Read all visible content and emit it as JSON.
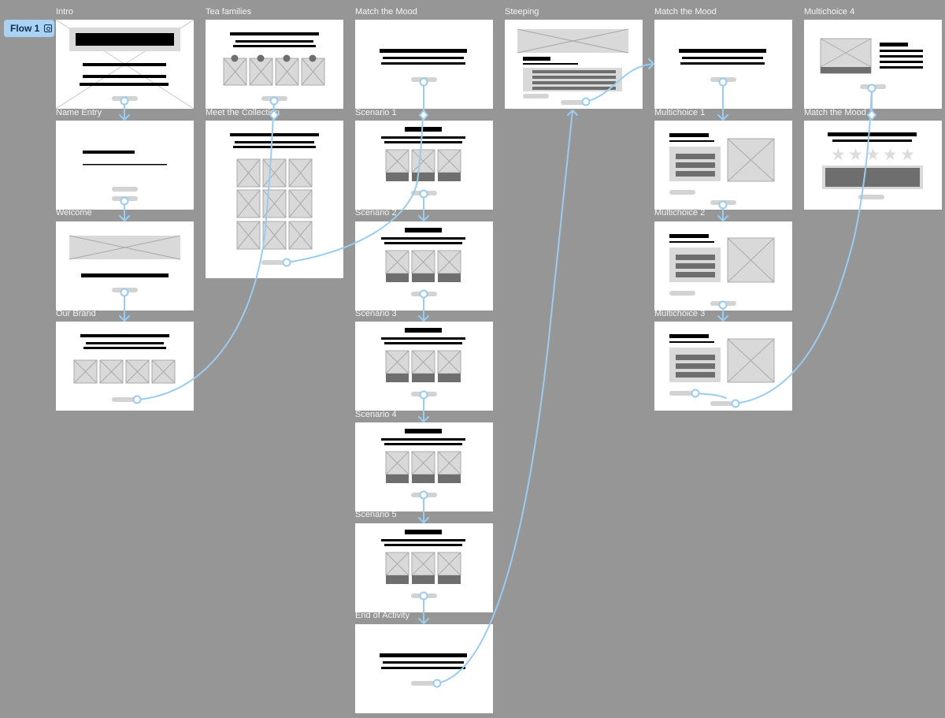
{
  "flow": {
    "label": "Flow 1",
    "icon": "flow-start-icon"
  },
  "frames": [
    {
      "id": "intro",
      "label": "Intro"
    },
    {
      "id": "name-entry",
      "label": "Name Entry"
    },
    {
      "id": "welcome",
      "label": "Welcome"
    },
    {
      "id": "our-brand",
      "label": "Our Brand"
    },
    {
      "id": "tea-families",
      "label": "Tea families"
    },
    {
      "id": "meet-collection",
      "label": "Meet the Collection"
    },
    {
      "id": "match-mood-1",
      "label": "Match the Mood"
    },
    {
      "id": "scenario-1",
      "label": "Scenario 1"
    },
    {
      "id": "scenario-2",
      "label": "Scenario 2"
    },
    {
      "id": "scenario-3",
      "label": "Scenario 3"
    },
    {
      "id": "scenario-4",
      "label": "Scenario 4"
    },
    {
      "id": "scenario-5",
      "label": "Scenario 5"
    },
    {
      "id": "end-activity",
      "label": "End of Activity"
    },
    {
      "id": "steeping",
      "label": "Steeping"
    },
    {
      "id": "match-mood-2",
      "label": "Match the Mood"
    },
    {
      "id": "multichoice-1",
      "label": "Multichoice 1"
    },
    {
      "id": "multichoice-2",
      "label": "Multichoice 2"
    },
    {
      "id": "multichoice-3",
      "label": "Multichoice 3"
    },
    {
      "id": "multichoice-4",
      "label": "Multichoice 4"
    },
    {
      "id": "match-mood-3",
      "label": "Match the Mood"
    }
  ],
  "colors": {
    "canvas": "#969696",
    "frame": "#ffffff",
    "connector": "#9ccbf0",
    "placeholder_fill": "#d9d9d9",
    "dark_block": "#6e6e6e",
    "text_bar": "#000000"
  }
}
